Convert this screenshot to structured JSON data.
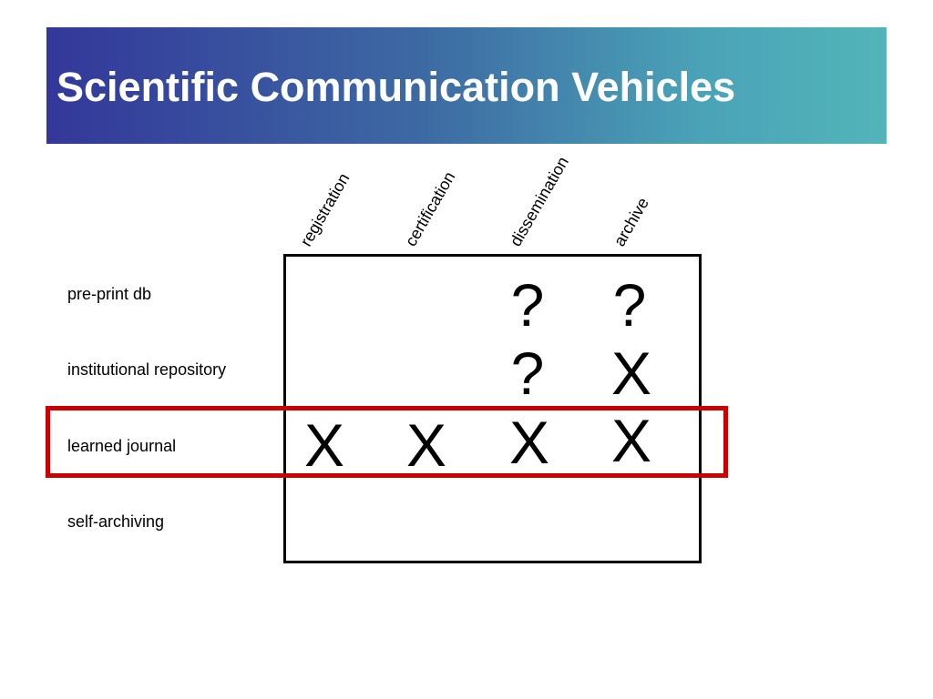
{
  "slide": {
    "title": "Scientific Communication Vehicles",
    "title_banner_colors": [
      "#33379a",
      "#52b5b9"
    ],
    "highlight_color": "#cc0000"
  },
  "columns": [
    "registration",
    "certification",
    "dissemination",
    "archive"
  ],
  "rows": [
    "pre-print db",
    "institutional repository",
    "learned journal",
    "self-archiving"
  ],
  "highlighted_row": "learned journal",
  "marks": {
    "pre_print_db": {
      "dissemination": "?",
      "archive": "?"
    },
    "institutional_repository": {
      "dissemination": "?",
      "archive": "X"
    },
    "learned_journal": {
      "registration": "X",
      "certification": "X",
      "dissemination": "X",
      "archive": "X"
    },
    "self_archiving": {}
  }
}
